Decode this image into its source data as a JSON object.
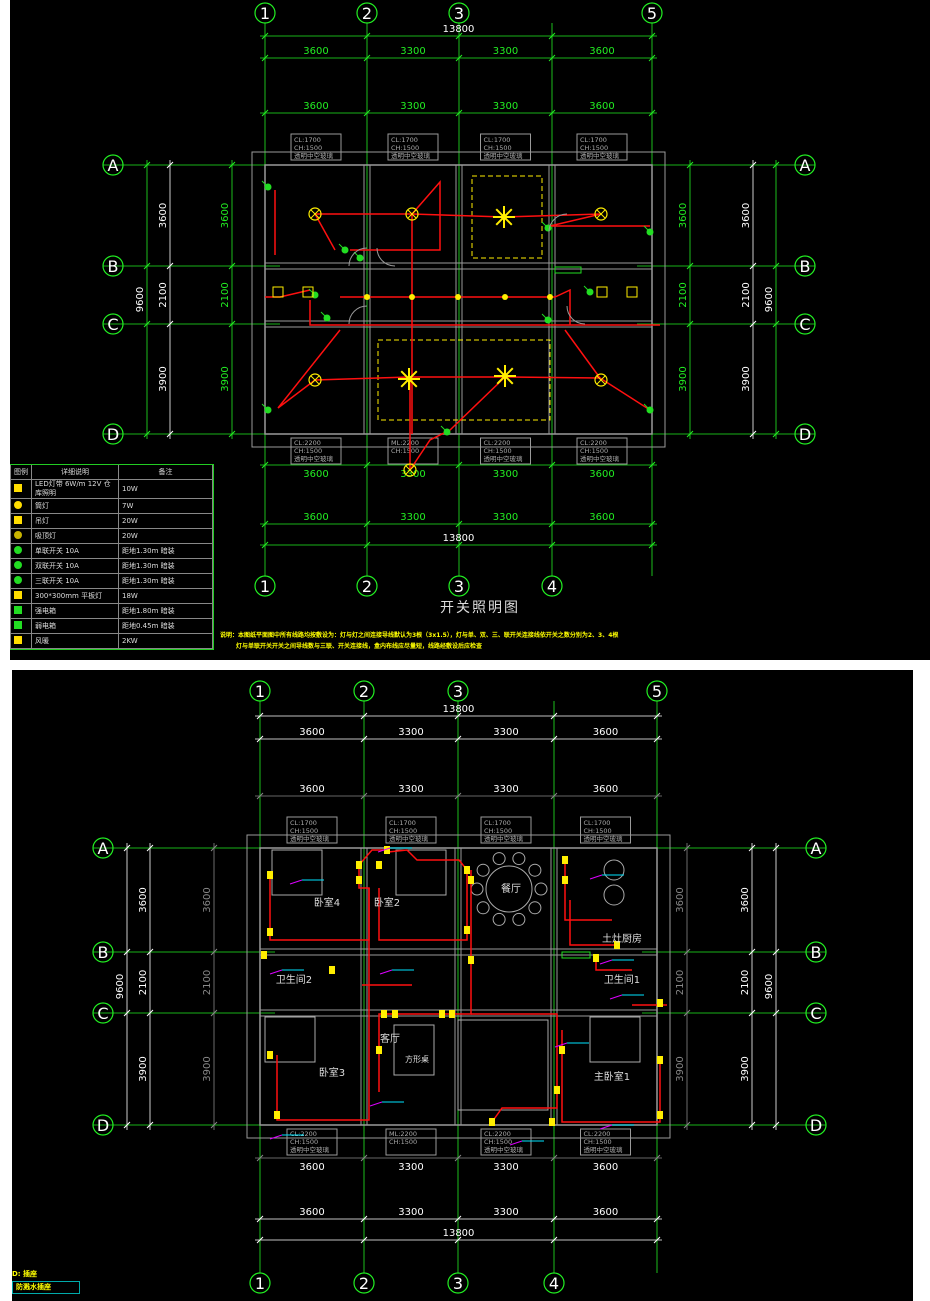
{
  "plan_top": {
    "title": "开关照明图",
    "axes_top": [
      "1",
      "2",
      "3",
      "5"
    ],
    "axes_bottom": [
      "1",
      "2",
      "3",
      "4"
    ],
    "rows": [
      "A",
      "B",
      "C",
      "D"
    ],
    "overall": "13800",
    "spans": [
      "3600",
      "3300",
      "3300",
      "3600"
    ],
    "row_spans": [
      "3600",
      "2100",
      "3900"
    ],
    "total_depth": "9600",
    "windows_top": [
      "CL:1700",
      "CH:1500",
      "透明中空玻璃"
    ],
    "windows_bottom": [
      "CL:2200",
      "CH:1500",
      "透明中空玻璃"
    ],
    "door_bottom": [
      "ML:2200",
      "CH:1500"
    ],
    "notes": [
      "说明：本图纸平面图中所有线路均按敷设为：灯与灯之间连接导线默认为3根（3x1.5），灯与单、双、三、联开关连接线依开关之数分别为2、3、4根",
      "灯与单联开关开关之间导线数与三联、开关连接线，盒内布线应尽量短，线路经敷设后应检查"
    ]
  },
  "legend": {
    "headers": [
      "图例",
      "详细说明",
      "备注"
    ],
    "rows": [
      {
        "symbol": "led-strip-icon",
        "desc": "LED灯带 6W/m 12V 仓库照明",
        "note": "10W",
        "color": "#ffdd00"
      },
      {
        "symbol": "spot-lamp-icon",
        "desc": "筒灯",
        "note": "7W",
        "color": "#ffdd00"
      },
      {
        "symbol": "chandelier-icon",
        "desc": "吊灯",
        "note": "20W",
        "color": "#ffdd00"
      },
      {
        "symbol": "ceiling-lamp-icon",
        "desc": "吸顶灯",
        "note": "20W",
        "color": "#c8b400"
      },
      {
        "symbol": "single-switch-icon",
        "desc": "单联开关 10A",
        "note": "距地1.30m 暗装",
        "color": "#22dd22"
      },
      {
        "symbol": "double-switch-icon",
        "desc": "双联开关 10A",
        "note": "距地1.30m 暗装",
        "color": "#22dd22"
      },
      {
        "symbol": "triple-switch-icon",
        "desc": "三联开关 10A",
        "note": "距地1.30m 暗装",
        "color": "#22dd22"
      },
      {
        "symbol": "panel-light-icon",
        "desc": "300*300mm 平板灯",
        "note": "18W",
        "color": "#ffdd00"
      },
      {
        "symbol": "power-box-icon",
        "desc": "强电箱",
        "note": "距地1.80m 暗装",
        "color": "#22dd22"
      },
      {
        "symbol": "weak-box-icon",
        "desc": "弱电箱",
        "note": "距地0.45m 暗装",
        "color": "#22dd22"
      },
      {
        "symbol": "exhaust-fan-icon",
        "desc": "风暖",
        "note": "2KW",
        "color": "#ffdd00"
      }
    ]
  },
  "plan_bottom": {
    "axes_top": [
      "1",
      "2",
      "3",
      "5"
    ],
    "axes_bottom": [
      "1",
      "2",
      "3",
      "4"
    ],
    "rows": [
      "A",
      "B",
      "C",
      "D"
    ],
    "overall": "13800",
    "spans": [
      "3600",
      "3300",
      "3300",
      "3600"
    ],
    "row_spans": [
      "3600",
      "2100",
      "3900"
    ],
    "total_depth": "9600",
    "rooms": [
      "卧室4",
      "卧室2",
      "餐厅",
      "土灶厨房",
      "卫生间2",
      "卫生间1",
      "卧室3",
      "客厅",
      "方形桌",
      "主卧室1"
    ],
    "stamp": [
      "D: 插座",
      "防溅水插座"
    ]
  },
  "colors": {
    "background": "#000000",
    "wall": "#9a9a9a",
    "axis": "#22ee22",
    "wire": "#ff1010",
    "fixture": "#ffee00",
    "switch": "#22dd22",
    "tag": "#00e5ff"
  }
}
